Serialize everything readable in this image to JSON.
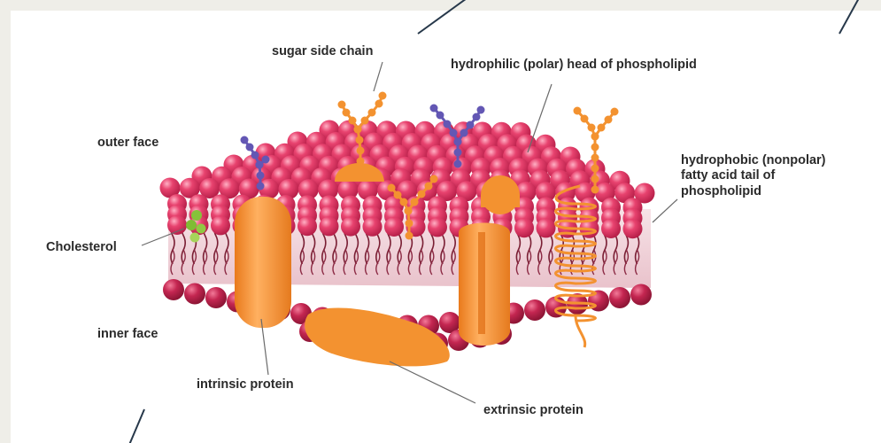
{
  "labels": {
    "sugar_side_chain": "sugar side chain",
    "hydrophilic_head": "hydrophilic (polar) head of phospholipid",
    "outer_face": "outer face",
    "hydrophobic_tail_line1": "hydrophobic (nonpolar)",
    "hydrophobic_tail_line2": "fatty acid tail of",
    "hydrophobic_tail_line3": "phospholipid",
    "cholesterol": "Cholesterol",
    "inner_face": "inner face",
    "intrinsic_protein": "intrinsic protein",
    "extrinsic_protein": "extrinsic protein"
  },
  "colors": {
    "background": "#efeee8",
    "panel": "#ffffff",
    "head_top": "#e33a67",
    "head_bottom": "#b61f45",
    "tail": "#7a1f34",
    "protein": "#f39230",
    "glycan_purple": "#6357b4",
    "glycan_orange": "#f39230",
    "cholesterol": "#8cc43a",
    "leader_line": "#666666"
  }
}
